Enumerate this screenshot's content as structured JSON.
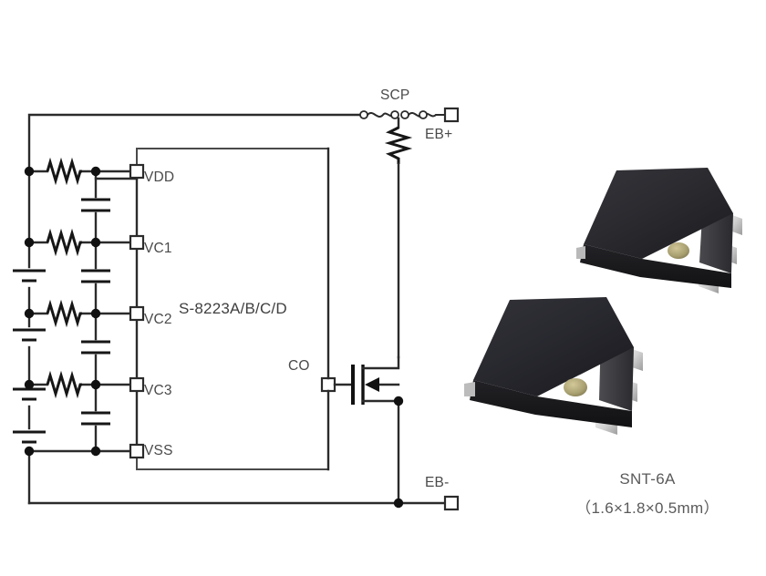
{
  "figure": {
    "type": "application-circuit-schematic",
    "background": "#ffffff",
    "line_color": "#2b2b2b",
    "text_color": "#4a4a4a"
  },
  "ic": {
    "part_number": "S-8223A/B/C/D",
    "pins_left": [
      {
        "name": "VDD"
      },
      {
        "name": "VC1"
      },
      {
        "name": "VC2"
      },
      {
        "name": "VC3"
      },
      {
        "name": "VSS"
      }
    ],
    "pins_right": [
      {
        "name": "CO"
      }
    ]
  },
  "components": {
    "scp_label": "SCP",
    "resistor_count": 4,
    "capacitor_count": 4,
    "battery_cell_count": 4,
    "mosfet": {
      "type": "N-channel MOSFET",
      "count": 1
    }
  },
  "terminals": {
    "positive": "EB+",
    "negative": "EB-"
  },
  "package": {
    "name": "SNT-6A",
    "dimensions": "（1.6×1.8×0.5mm）",
    "body_color": "#2a2a2c",
    "lead_color": "#d7d7d7",
    "mark_color": "#b0a878",
    "photo_count": 2
  }
}
